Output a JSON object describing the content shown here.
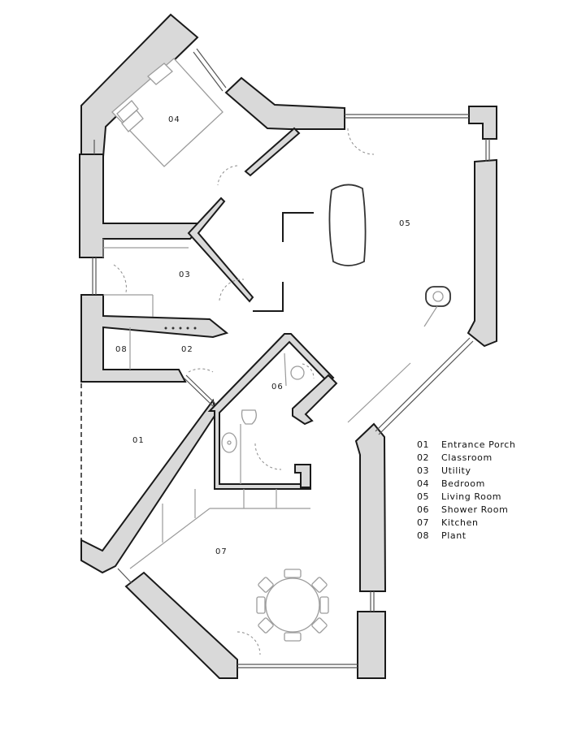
{
  "rooms": [
    {
      "num": "01",
      "name": "Entrance Porch"
    },
    {
      "num": "02",
      "name": "Classroom"
    },
    {
      "num": "03",
      "name": "Utility"
    },
    {
      "num": "04",
      "name": "Bedroom"
    },
    {
      "num": "05",
      "name": "Living Room"
    },
    {
      "num": "06",
      "name": "Shower Room"
    },
    {
      "num": "07",
      "name": "Kitchen"
    },
    {
      "num": "08",
      "name": "Plant"
    }
  ],
  "colors": {
    "wall_fill": "#d9d9d9",
    "line": "#1a1a1a",
    "furniture": "#9c9c9c"
  }
}
